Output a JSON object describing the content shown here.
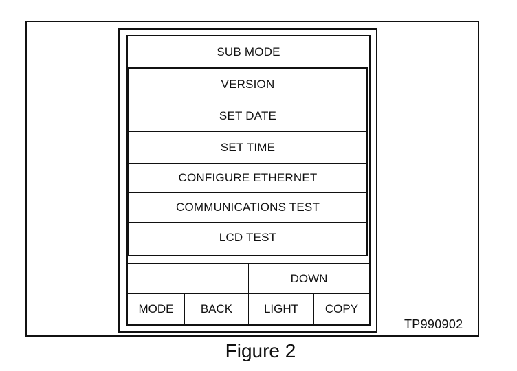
{
  "screen": {
    "title": "SUB MODE",
    "menu_items": [
      "VERSION",
      "SET DATE",
      "SET TIME",
      "CONFIGURE ETHERNET",
      "COMMUNICATIONS TEST",
      "LCD TEST"
    ],
    "softkeys": {
      "top_left": "",
      "down": "DOWN",
      "mode": "MODE",
      "back": "BACK",
      "light": "LIGHT",
      "copy": "COPY"
    }
  },
  "figure": {
    "reference_code": "TP990902",
    "caption": "Figure 2"
  }
}
